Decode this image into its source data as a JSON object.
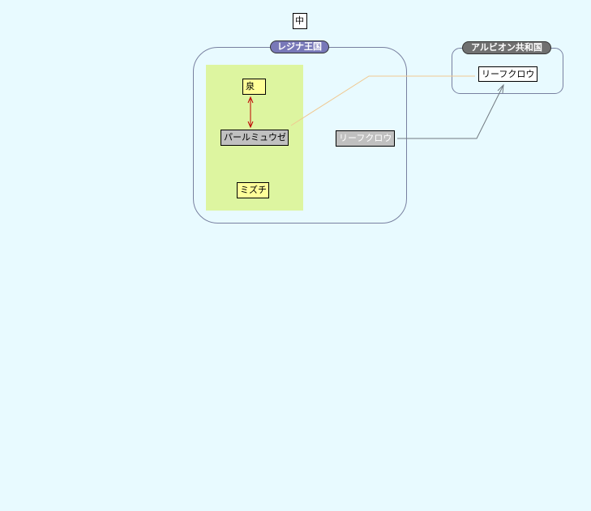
{
  "title_node": {
    "label": "中"
  },
  "groups": [
    {
      "label": "レジナ王国",
      "color": "#7878b8"
    },
    {
      "label": "アルビオン共和国",
      "color": "#707070"
    }
  ],
  "nodes": {
    "izumi": {
      "label": "泉"
    },
    "pearl": {
      "label": "パールミュウゼ"
    },
    "mizuchi": {
      "label": "ミズチ"
    },
    "leaf_gray": {
      "label": "リーフクロウ"
    },
    "leaf_white": {
      "label": "リーフクロウ"
    }
  },
  "colors": {
    "background": "#e8faff",
    "zone": "#ddf5a0",
    "yellow": "#ffff99",
    "gray": "#c0c0c0"
  }
}
